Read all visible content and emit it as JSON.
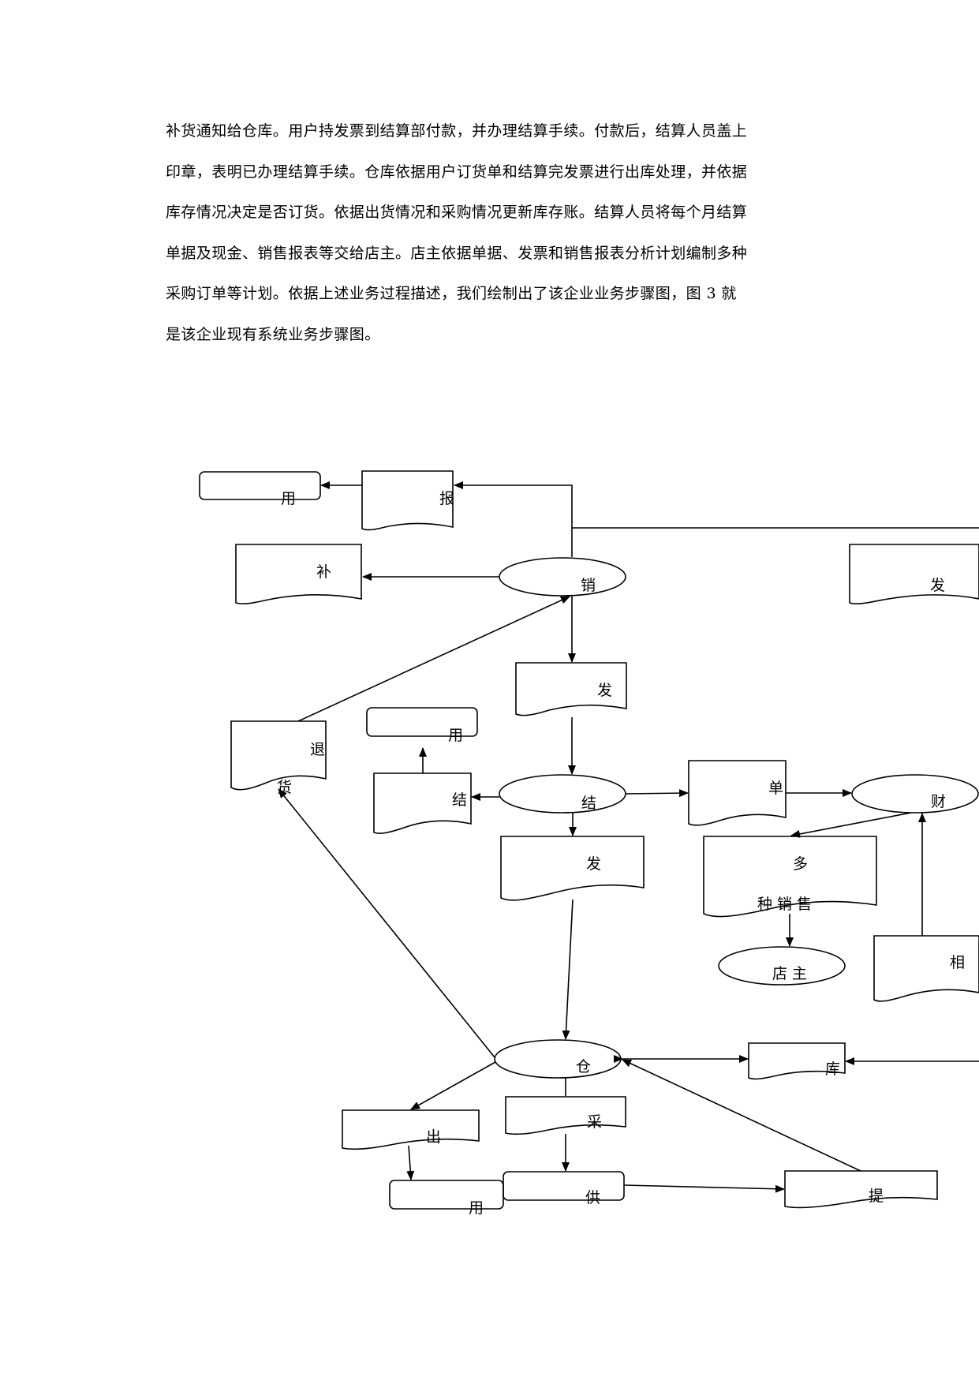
{
  "paragraph": [
    "补货通知给仓库。用户持发票到结算部付款，并办理结算手续。付款后，结算人员盖上",
    "印章，表明已办理结算手续。仓库依据用户订货单和结算完发票进行出库处理，并依据",
    "库存情况决定是否订货。依据出货情况和采购情况更新库存账。结算人员将每个月结算",
    "单据及现金、销售报表等交给店主。店主依据单据、发票和销售报表分析计划编制多种",
    "采购订单等计划。依据上述业务过程描述，我们绘制出了该企业业务步骤图，图 3  就",
    "是该企业现有系统业务步骤图。"
  ],
  "diagram": {
    "labels": {
      "yong1": "用",
      "bao": "报",
      "bu": "补",
      "xiao": "销",
      "fa_right": "发",
      "fa_mid": "发",
      "tui": "退",
      "huo": "货",
      "yong2": "用",
      "jie_doc": "结",
      "jie_oval": "结",
      "dan": "单",
      "cai_oval": "财",
      "fa_lower": "发",
      "duo": "多",
      "zhong_xiao_shou": "种 销 售",
      "dian_zhu": "店 主",
      "xiang": "相",
      "cang": "仓",
      "ku": "库",
      "chu": "出",
      "cai_doc": "采",
      "gong": "供",
      "yong3": "用",
      "ti": "提"
    }
  }
}
